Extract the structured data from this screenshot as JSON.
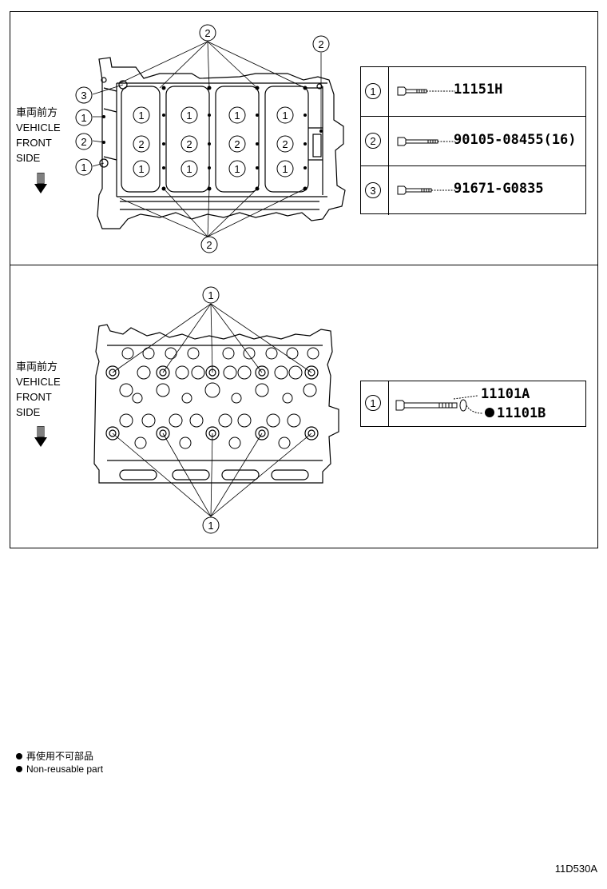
{
  "top_panel": {
    "front_label": {
      "jp": "車両前方",
      "line1": "VEHICLE",
      "line2": "FRONT",
      "line3": "SIDE"
    },
    "callouts": {
      "c1": "1",
      "c2": "2",
      "c3": "3"
    },
    "table": [
      {
        "index": "1",
        "part_number": "11151H"
      },
      {
        "index": "2",
        "part_number": "90105-08455(16)"
      },
      {
        "index": "3",
        "part_number": "91671-G0835"
      }
    ]
  },
  "bottom_panel": {
    "front_label": {
      "jp": "車両前方",
      "line1": "VEHICLE",
      "line2": "FRONT",
      "line3": "SIDE"
    },
    "callouts": {
      "c1": "1"
    },
    "table": [
      {
        "index": "1",
        "part_number_a": "11101A",
        "part_number_b": "11101B"
      }
    ]
  },
  "legend": {
    "jp": "再使用不可部品",
    "en": "Non-reusable part"
  },
  "figure_code": "11D530A"
}
